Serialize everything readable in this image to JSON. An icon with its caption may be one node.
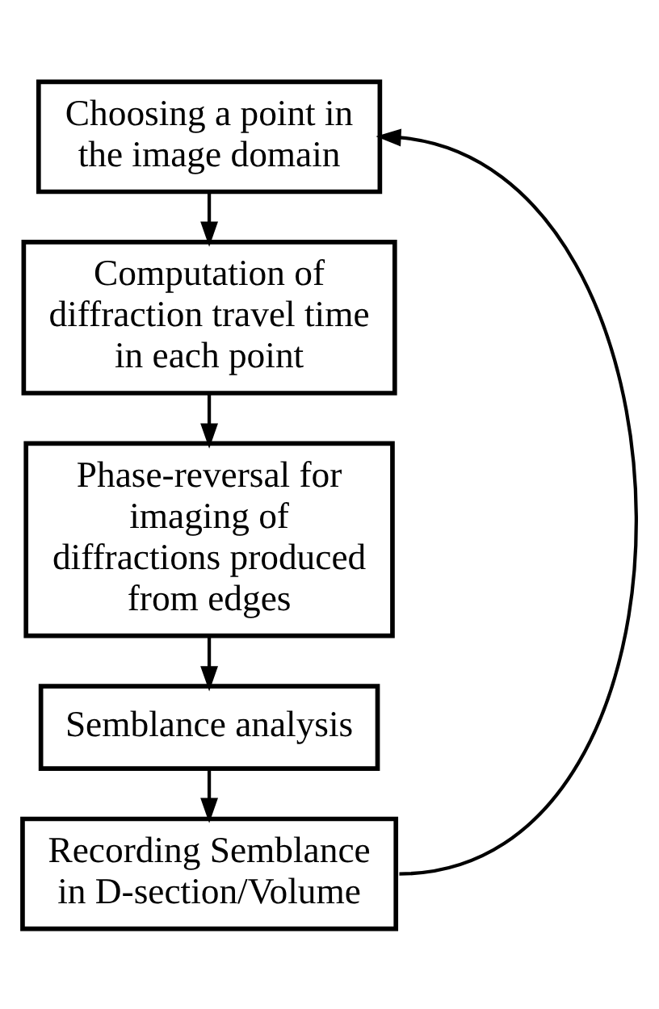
{
  "diagram": {
    "nodes": [
      {
        "text": [
          "Choosing a point in the image domain"
        ]
      },
      {
        "text": [
          "Computation of diffraction travel time in each point"
        ]
      },
      {
        "text": [
          "Phase-reversal for imaging of diffractions produced from edges"
        ]
      },
      {
        "text": [
          "Semblance analysis"
        ]
      },
      {
        "text": [
          "Recording Semblance in D-section/Volume"
        ]
      }
    ],
    "edges": [
      {
        "from": 0,
        "to": 1,
        "arrow": "to"
      },
      {
        "from": 1,
        "to": 2,
        "arrow": "to"
      },
      {
        "from": 2,
        "to": 3,
        "arrow": "to"
      },
      {
        "from": 3,
        "to": 4,
        "arrow": "to"
      },
      {
        "from": 4,
        "to": 0,
        "arrow": "to"
      }
    ]
  }
}
